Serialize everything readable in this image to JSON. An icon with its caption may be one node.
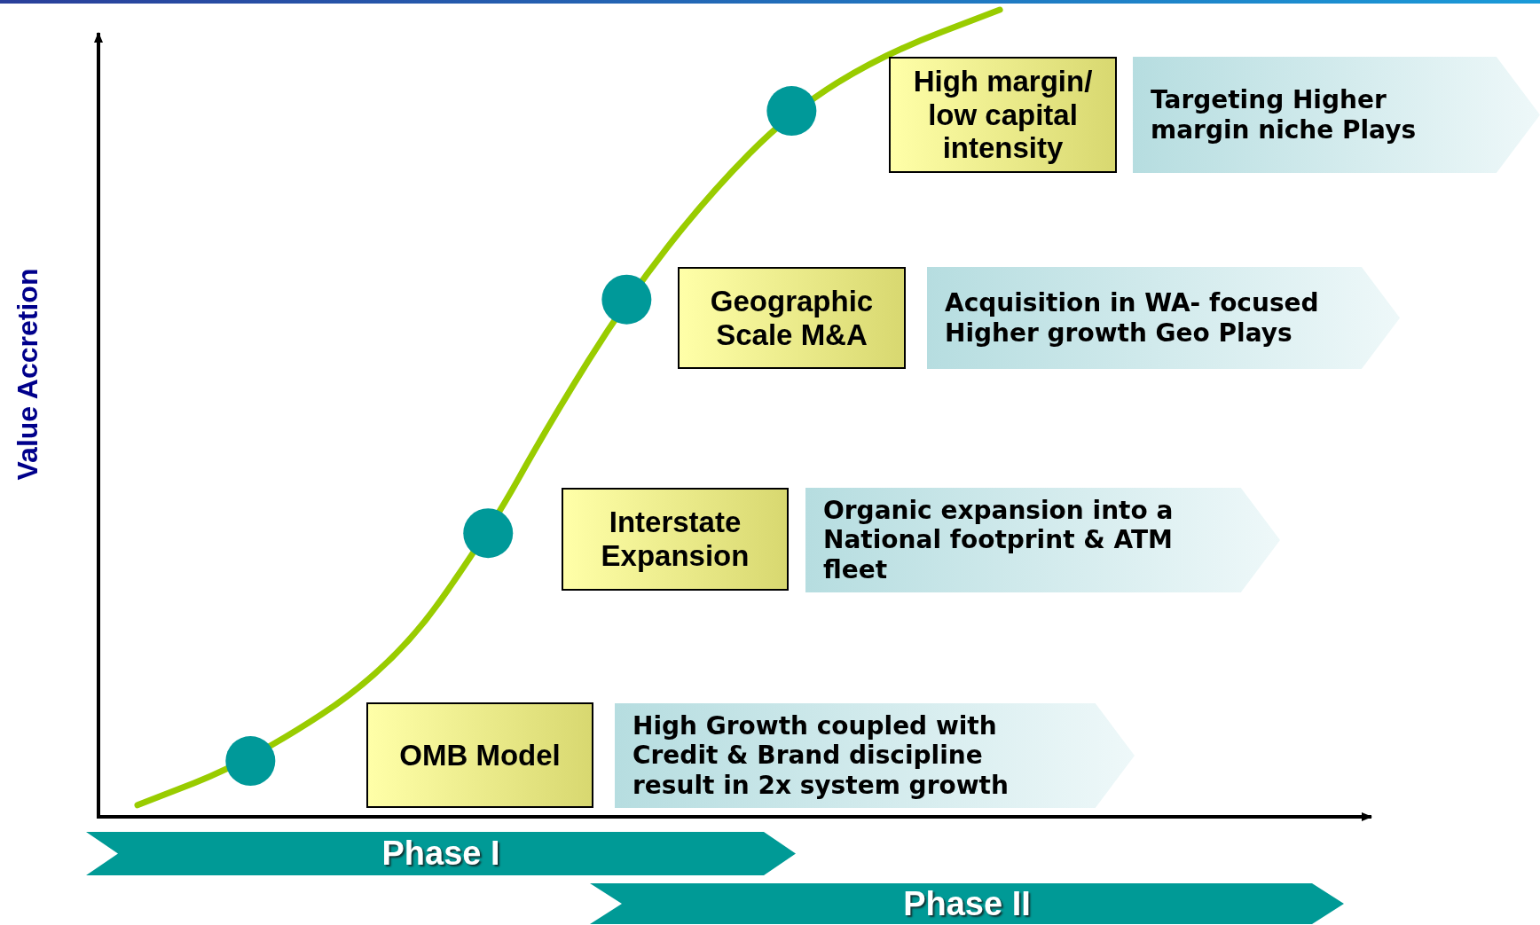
{
  "diagram": {
    "nodes": [
      {
        "text": [
          "High margin/ low capital intensity"
        ]
      },
      {
        "text": [
          "Targeting Higher margin niche Plays"
        ]
      },
      {
        "text": [
          "Geographic Scale M&A"
        ]
      },
      {
        "text": [
          "Acquisition in WA- focused Higher growth Geo Plays"
        ]
      },
      {
        "text": [
          "Interstate Expansion"
        ]
      },
      {
        "text": [
          "Organic expansion into a National footprint & ATM fleet"
        ]
      },
      {
        "text": [
          "OMB Model"
        ]
      },
      {
        "text": [
          "High Growth coupled with Credit & Brand discipline result in 2x system growth"
        ]
      },
      {
        "text": [
          "Phase I"
        ]
      },
      {
        "text": [
          "Phase II"
        ]
      }
    ],
    "labels": [
      "Value Accretion"
    ]
  }
}
